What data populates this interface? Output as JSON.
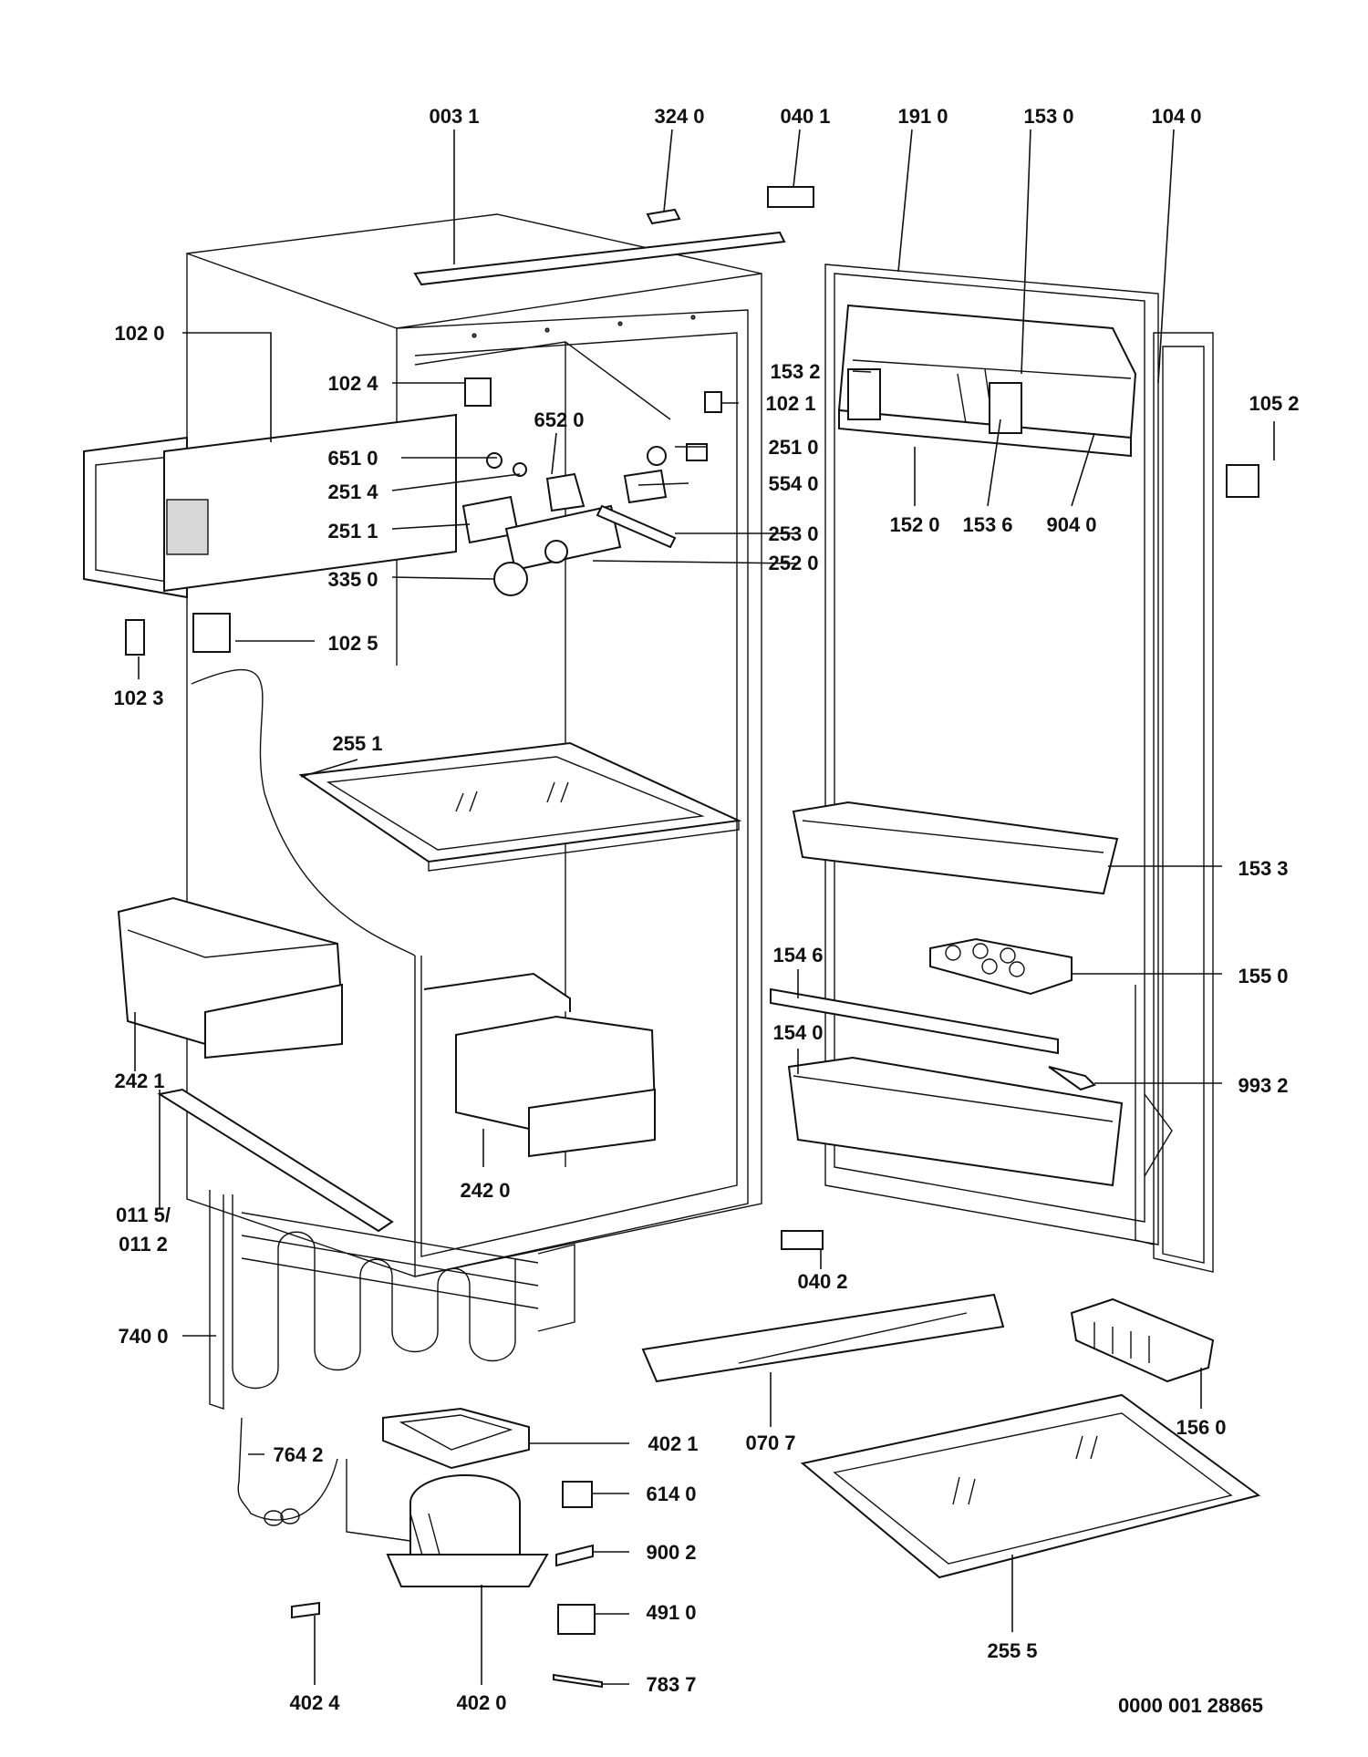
{
  "diagram": {
    "reference_number": "0000 001 28865",
    "labels": {
      "l0031": "003 1",
      "l3240": "324 0",
      "l0401": "040 1",
      "l1910": "191 0",
      "l1530": "153 0",
      "l1040": "104 0",
      "l1020": "102 0",
      "l1532": "153 2",
      "l1052": "105 2",
      "l1024": "102 4",
      "l1021": "102 1",
      "l6520": "652 0",
      "l6510": "651 0",
      "l2510": "251 0",
      "l2514": "251 4",
      "l5540": "554 0",
      "l2511": "251 1",
      "l2530": "253 0",
      "l1520": "152 0",
      "l1536": "153 6",
      "l9040": "904 0",
      "l2520": "252 0",
      "l3350": "335 0",
      "l1025": "102 5",
      "l1023": "102 3",
      "l2551": "255 1",
      "l1533": "153 3",
      "l1546": "154 6",
      "l1550": "155 0",
      "l1540": "154 0",
      "l2421": "242 1",
      "l9932": "993 2",
      "l0115": "011 5/",
      "l0112": "011 2",
      "l2420": "242 0",
      "l0402": "040 2",
      "l7400": "740 0",
      "l1560": "156 0",
      "l7642": "764 2",
      "l4021": "402 1",
      "l0707": "070 7",
      "l6140": "614 0",
      "l9002": "900 2",
      "l4910": "491 0",
      "l2555": "255 5",
      "l7837": "783 7",
      "l4024": "402 4",
      "l4020": "402 0"
    }
  }
}
